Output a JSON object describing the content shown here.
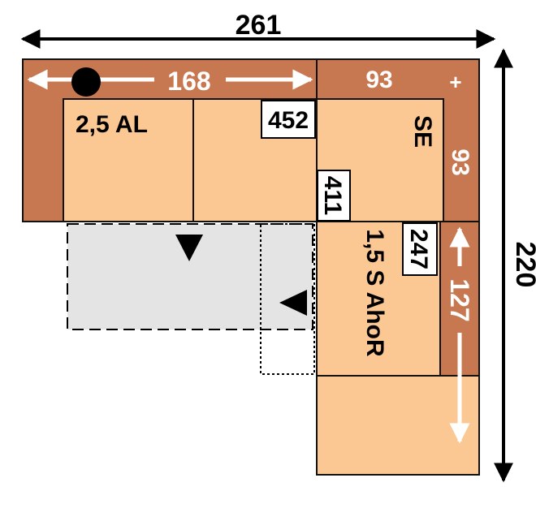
{
  "colors": {
    "frame": "#c87850",
    "cushion": "#fbc894",
    "outline": "#111111",
    "extension_fill": "#e4e4e4",
    "white": "#ffffff",
    "black": "#000000"
  },
  "dimensions": {
    "overall_width": "261",
    "overall_depth": "220",
    "left_seat_width": "168",
    "corner_width": "93",
    "corner_depth": "93",
    "right_seat_depth": "127"
  },
  "modules": {
    "left": "2,5 AL",
    "corner": "SE",
    "right": "1,5 S AhoR"
  },
  "codes": {
    "left_code": "452",
    "corner_code": "411",
    "right_code": "247"
  },
  "marks": {
    "plus": "+"
  },
  "icons": [
    "dimension-arrow-icon",
    "dot-icon",
    "triangle-down-icon",
    "triangle-left-icon"
  ]
}
